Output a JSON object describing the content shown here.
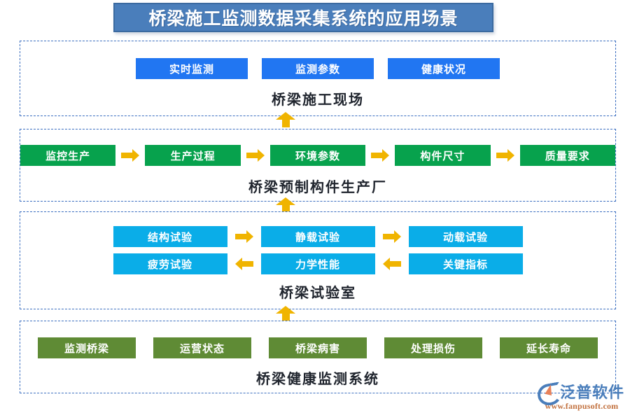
{
  "title": {
    "text": "桥梁施工监测数据采集系统的应用场景",
    "banner_color": "#4a7ebb",
    "text_color": "#ffffff"
  },
  "colors": {
    "panel_border": "#3a6ec0",
    "arrow": "#f0b400",
    "chip_blue": "#2176f2",
    "chip_green": "#07a24d",
    "chip_cyan": "#0aade8",
    "chip_olive": "#5f8b35"
  },
  "sections": [
    {
      "id": "construction-site",
      "label": "桥梁施工现场",
      "chip_color": "#2176f2",
      "rows": [
        {
          "items": [
            "实时监测",
            "监测参数",
            "健康状况"
          ],
          "arrows": []
        }
      ]
    },
    {
      "id": "precast-factory",
      "label": "桥梁预制构件生产厂",
      "chip_color": "#07a24d",
      "rows": [
        {
          "items": [
            "监控生产",
            "生产过程",
            "环境参数",
            "构件尺寸",
            "质量要求"
          ],
          "arrows": [
            "right",
            "right",
            "right",
            "right"
          ]
        }
      ]
    },
    {
      "id": "bridge-laboratory",
      "label": "桥梁试验室",
      "chip_color": "#0aade8",
      "rows": [
        {
          "items": [
            "结构试验",
            "静载试验",
            "动载试验"
          ],
          "arrows": [
            "right",
            "right"
          ]
        },
        {
          "items": [
            "疲劳试验",
            "力学性能",
            "关键指标"
          ],
          "arrows": [
            "left",
            "left"
          ]
        }
      ]
    },
    {
      "id": "health-monitoring",
      "label": "桥梁健康监测系统",
      "chip_color": "#5f8b35",
      "rows": [
        {
          "items": [
            "监测桥梁",
            "运营状态",
            "桥梁病害",
            "处理损伤",
            "延长寿命"
          ],
          "arrows": []
        }
      ]
    }
  ],
  "connectors": [
    {
      "name": "arrow-up-site-to-factory",
      "direction": "up"
    },
    {
      "name": "arrow-up-factory-to-lab",
      "direction": "up"
    },
    {
      "name": "arrow-up-lab-to-health",
      "direction": "up"
    }
  ],
  "watermark": {
    "brand": "泛普软件",
    "url": "www.fanpusoft.com",
    "brand_color": "#4a7ebb",
    "url_color": "#c2713f"
  }
}
